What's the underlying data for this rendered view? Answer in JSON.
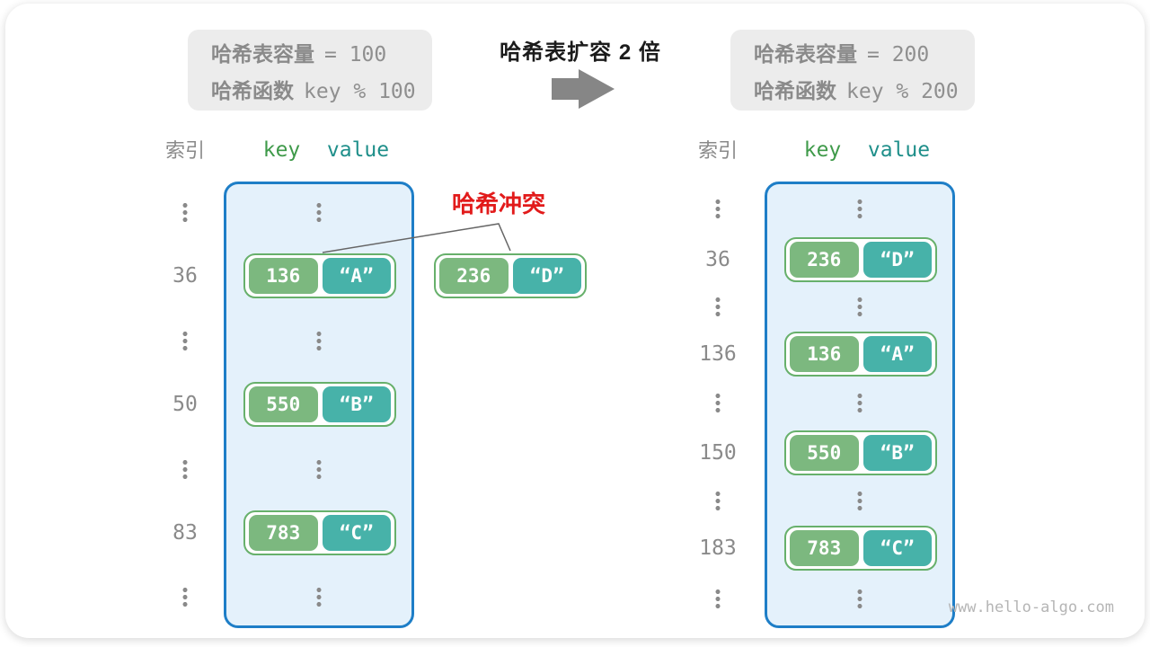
{
  "expansion": {
    "title": "哈希表扩容 2 倍",
    "arrow_icon": "right-arrow-icon"
  },
  "collision": {
    "label": "哈希冲突",
    "pair": {
      "key": "236",
      "value": "“D”"
    }
  },
  "left": {
    "info": {
      "capacity_label": "哈希表容量",
      "capacity_value": "= 100",
      "hash_label": "哈希函数",
      "hash_value": "key % 100"
    },
    "headers": {
      "index": "索引",
      "key": "key",
      "value": "value"
    },
    "rows": [
      {
        "index": "36",
        "key": "136",
        "value": "“A”"
      },
      {
        "index": "50",
        "key": "550",
        "value": "“B”"
      },
      {
        "index": "83",
        "key": "783",
        "value": "“C”"
      }
    ]
  },
  "right": {
    "info": {
      "capacity_label": "哈希表容量",
      "capacity_value": "= 200",
      "hash_label": "哈希函数",
      "hash_value": "key % 200"
    },
    "headers": {
      "index": "索引",
      "key": "key",
      "value": "value"
    },
    "rows": [
      {
        "index": "36",
        "key": "236",
        "value": "“D”"
      },
      {
        "index": "136",
        "key": "136",
        "value": "“A”"
      },
      {
        "index": "150",
        "key": "550",
        "value": "“B”"
      },
      {
        "index": "183",
        "key": "783",
        "value": "“C”"
      }
    ]
  },
  "watermark": "www.hello-algo.com",
  "colors": {
    "key_box": "#7cb87f",
    "value_box": "#47b2a9",
    "pair_border": "#67b06b",
    "table_border": "#1e7ec7",
    "table_bg": "#e4f1fb",
    "collision_red": "#e21b1b",
    "gray_text": "#8a8a8a",
    "arrow_gray": "#868686",
    "infobox_bg": "#ececec"
  }
}
